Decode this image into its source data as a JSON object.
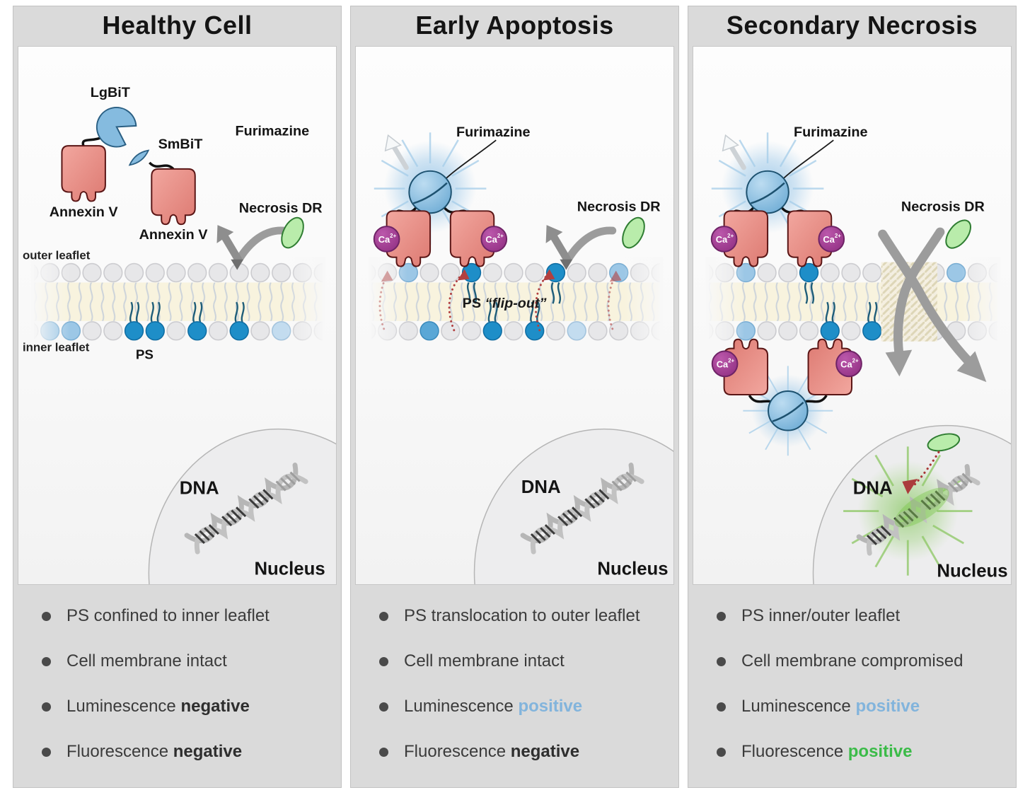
{
  "shared": {
    "ca": "Ca",
    "ca_sup": "2+"
  },
  "colors": {
    "positive_blue": "#82b4dc",
    "positive_green": "#3bbb48",
    "annexin_salmon": "#ea918c",
    "ps_blue": "#1e8ec8",
    "ca_badge_purple": "#9c3587",
    "necrosis_dr_green": "#b9ecab",
    "luminescence_blue": "#7db7dd",
    "panel_gray": "#dadada"
  },
  "panels": [
    {
      "title": "Healthy Cell",
      "labels": {
        "lgbit": "LgBiT",
        "smbit": "SmBiT",
        "annexin_left": "Annexin V",
        "annexin_right": "Annexin V",
        "furimazine": "Furimazine",
        "necrosis_dr": "Necrosis DR",
        "outer_leaflet": "outer leaflet",
        "inner_leaflet": "inner leaflet",
        "ps": "PS",
        "dna": "DNA",
        "nucleus": "Nucleus"
      },
      "bullets": [
        {
          "text": "PS confined to inner leaflet",
          "em": "",
          "em_class": "em"
        },
        {
          "text": "Cell membrane intact",
          "em": "",
          "em_class": "em"
        },
        {
          "text": "Luminescence ",
          "em": "negative",
          "em_class": "em-dark"
        },
        {
          "text": "Fluorescence ",
          "em": "negative",
          "em_class": "em-dark"
        }
      ]
    },
    {
      "title": "Early Apoptosis",
      "labels": {
        "furimazine": "Furimazine",
        "necrosis_dr": "Necrosis DR",
        "ps_flip_pre": "PS ",
        "ps_flip_em": "“flip-out”",
        "dna": "DNA",
        "nucleus": "Nucleus"
      },
      "bullets": [
        {
          "text": "PS translocation to outer leaflet",
          "em": "",
          "em_class": "em"
        },
        {
          "text": "Cell membrane intact",
          "em": "",
          "em_class": "em"
        },
        {
          "text": "Luminescence ",
          "em": "positive",
          "em_class": "em-blue"
        },
        {
          "text": "Fluorescence ",
          "em": "negative",
          "em_class": "em-dark"
        }
      ]
    },
    {
      "title": "Secondary Necrosis",
      "labels": {
        "furimazine": "Furimazine",
        "necrosis_dr": "Necrosis DR",
        "dna": "DNA",
        "nucleus": "Nucleus"
      },
      "bullets": [
        {
          "text": "PS inner/outer leaflet",
          "em": "",
          "em_class": "em"
        },
        {
          "text": "Cell membrane compromised",
          "em": "",
          "em_class": "em"
        },
        {
          "text": "Luminescence ",
          "em": "positive",
          "em_class": "em-blue"
        },
        {
          "text": "Fluorescence ",
          "em": "positive",
          "em_class": "em-green"
        }
      ]
    }
  ]
}
